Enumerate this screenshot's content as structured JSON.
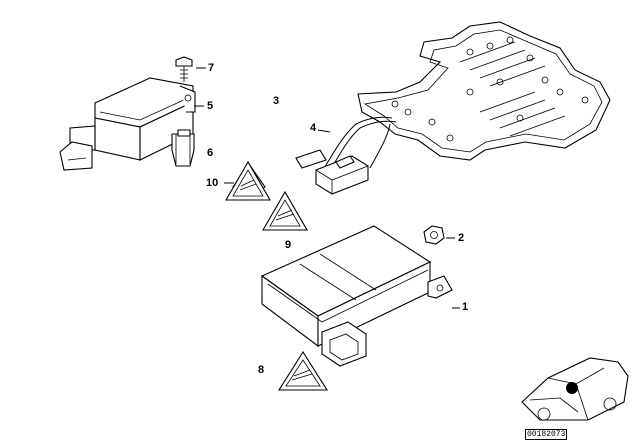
{
  "diagram": {
    "callouts": {
      "c1": "1",
      "c2": "2",
      "c3": "3",
      "c4": "4",
      "c5": "5",
      "c6": "6",
      "c7": "7",
      "c8": "8",
      "c9": "9",
      "c10": "10"
    },
    "part_number": "00182073"
  }
}
